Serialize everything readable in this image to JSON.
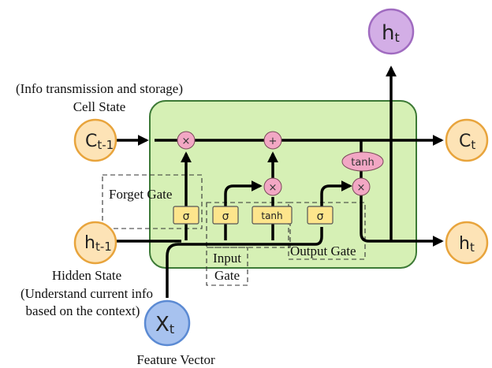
{
  "cell_state_note": "(Info transmission and storage)",
  "cell_state_label": "Cell State",
  "hidden_state_label": "Hidden State",
  "hidden_state_note_line1": "(Understand current info",
  "hidden_state_note_line2": "based on the context)",
  "feature_vector_label": "Feature Vector",
  "forget_gate_label": "Forget Gate",
  "input_gate_line1": "Input",
  "input_gate_line2": "Gate",
  "output_gate_label": "Output Gate",
  "nodes": {
    "c_prev": {
      "main": "C",
      "sub": "t-1"
    },
    "h_prev": {
      "main": "h",
      "sub": "t-1"
    },
    "c_next": {
      "main": "C",
      "sub": "t"
    },
    "h_next": {
      "main": "h",
      "sub": "t"
    },
    "h_top": {
      "main": "h",
      "sub": "t"
    },
    "x_in": {
      "main": "X",
      "sub": "t"
    }
  },
  "ops": {
    "multiply": "×",
    "add": "+",
    "tanh": "tanh"
  },
  "gates": {
    "forget": "σ",
    "input_sigma": "σ",
    "input_tanh": "tanh",
    "output": "σ"
  },
  "colors": {
    "cell_box_fill": "#d6f0b5",
    "cell_box_stroke": "#3d7a36",
    "orange_node": "#fde3b6",
    "purple_node": "#d3aee6",
    "blue_node": "#a7c2ef",
    "gate_fill": "#fde58c",
    "op_fill": "#f2a7c4"
  }
}
